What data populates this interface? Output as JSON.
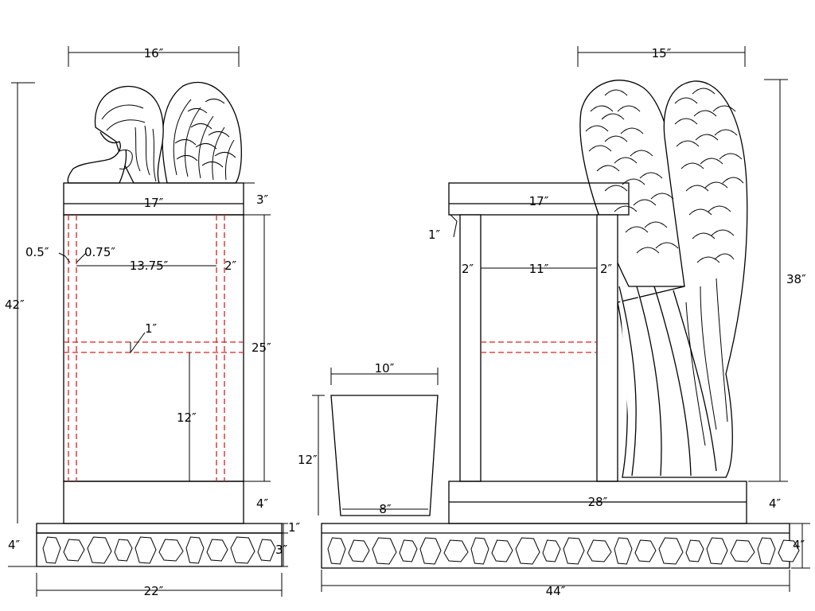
{
  "dimensions": {
    "left_top_width": "16″",
    "left_cap_width": "17″",
    "left_overall_height": "42″",
    "left_cap_height": "3″",
    "left_body_height": "25″",
    "left_base_height": "4″",
    "left_edge": "0.5″",
    "left_inset": "0.75″",
    "left_inner_width": "13.75″",
    "left_post": "2″",
    "left_shelf": "1″",
    "left_lower_height": "12″",
    "left_plinth_top": "1″",
    "left_plinth_height": "3″",
    "left_ground_height": "4″",
    "left_total_width": "22″",
    "right_top_width": "15″",
    "right_cap_width": "17″",
    "right_cap_lip": "1″",
    "right_post_left": "2″",
    "right_inner_width": "11″",
    "right_post_right": "2″",
    "right_overall_height": "38″",
    "right_base_height": "4″",
    "right_base_width": "28″",
    "vase_top_width": "10″",
    "vase_height": "12″",
    "vase_bottom_width": "8″",
    "right_ground_height": "4″",
    "right_total_width": "44″"
  },
  "colors": {
    "line": "#000000",
    "hidden_line": "#d92020",
    "background": "#ffffff"
  },
  "icons": {
    "left_figure": "kneeling-angel-icon",
    "right_figure": "angel-wings-icon",
    "base_texture": "rough-stone-icon"
  }
}
